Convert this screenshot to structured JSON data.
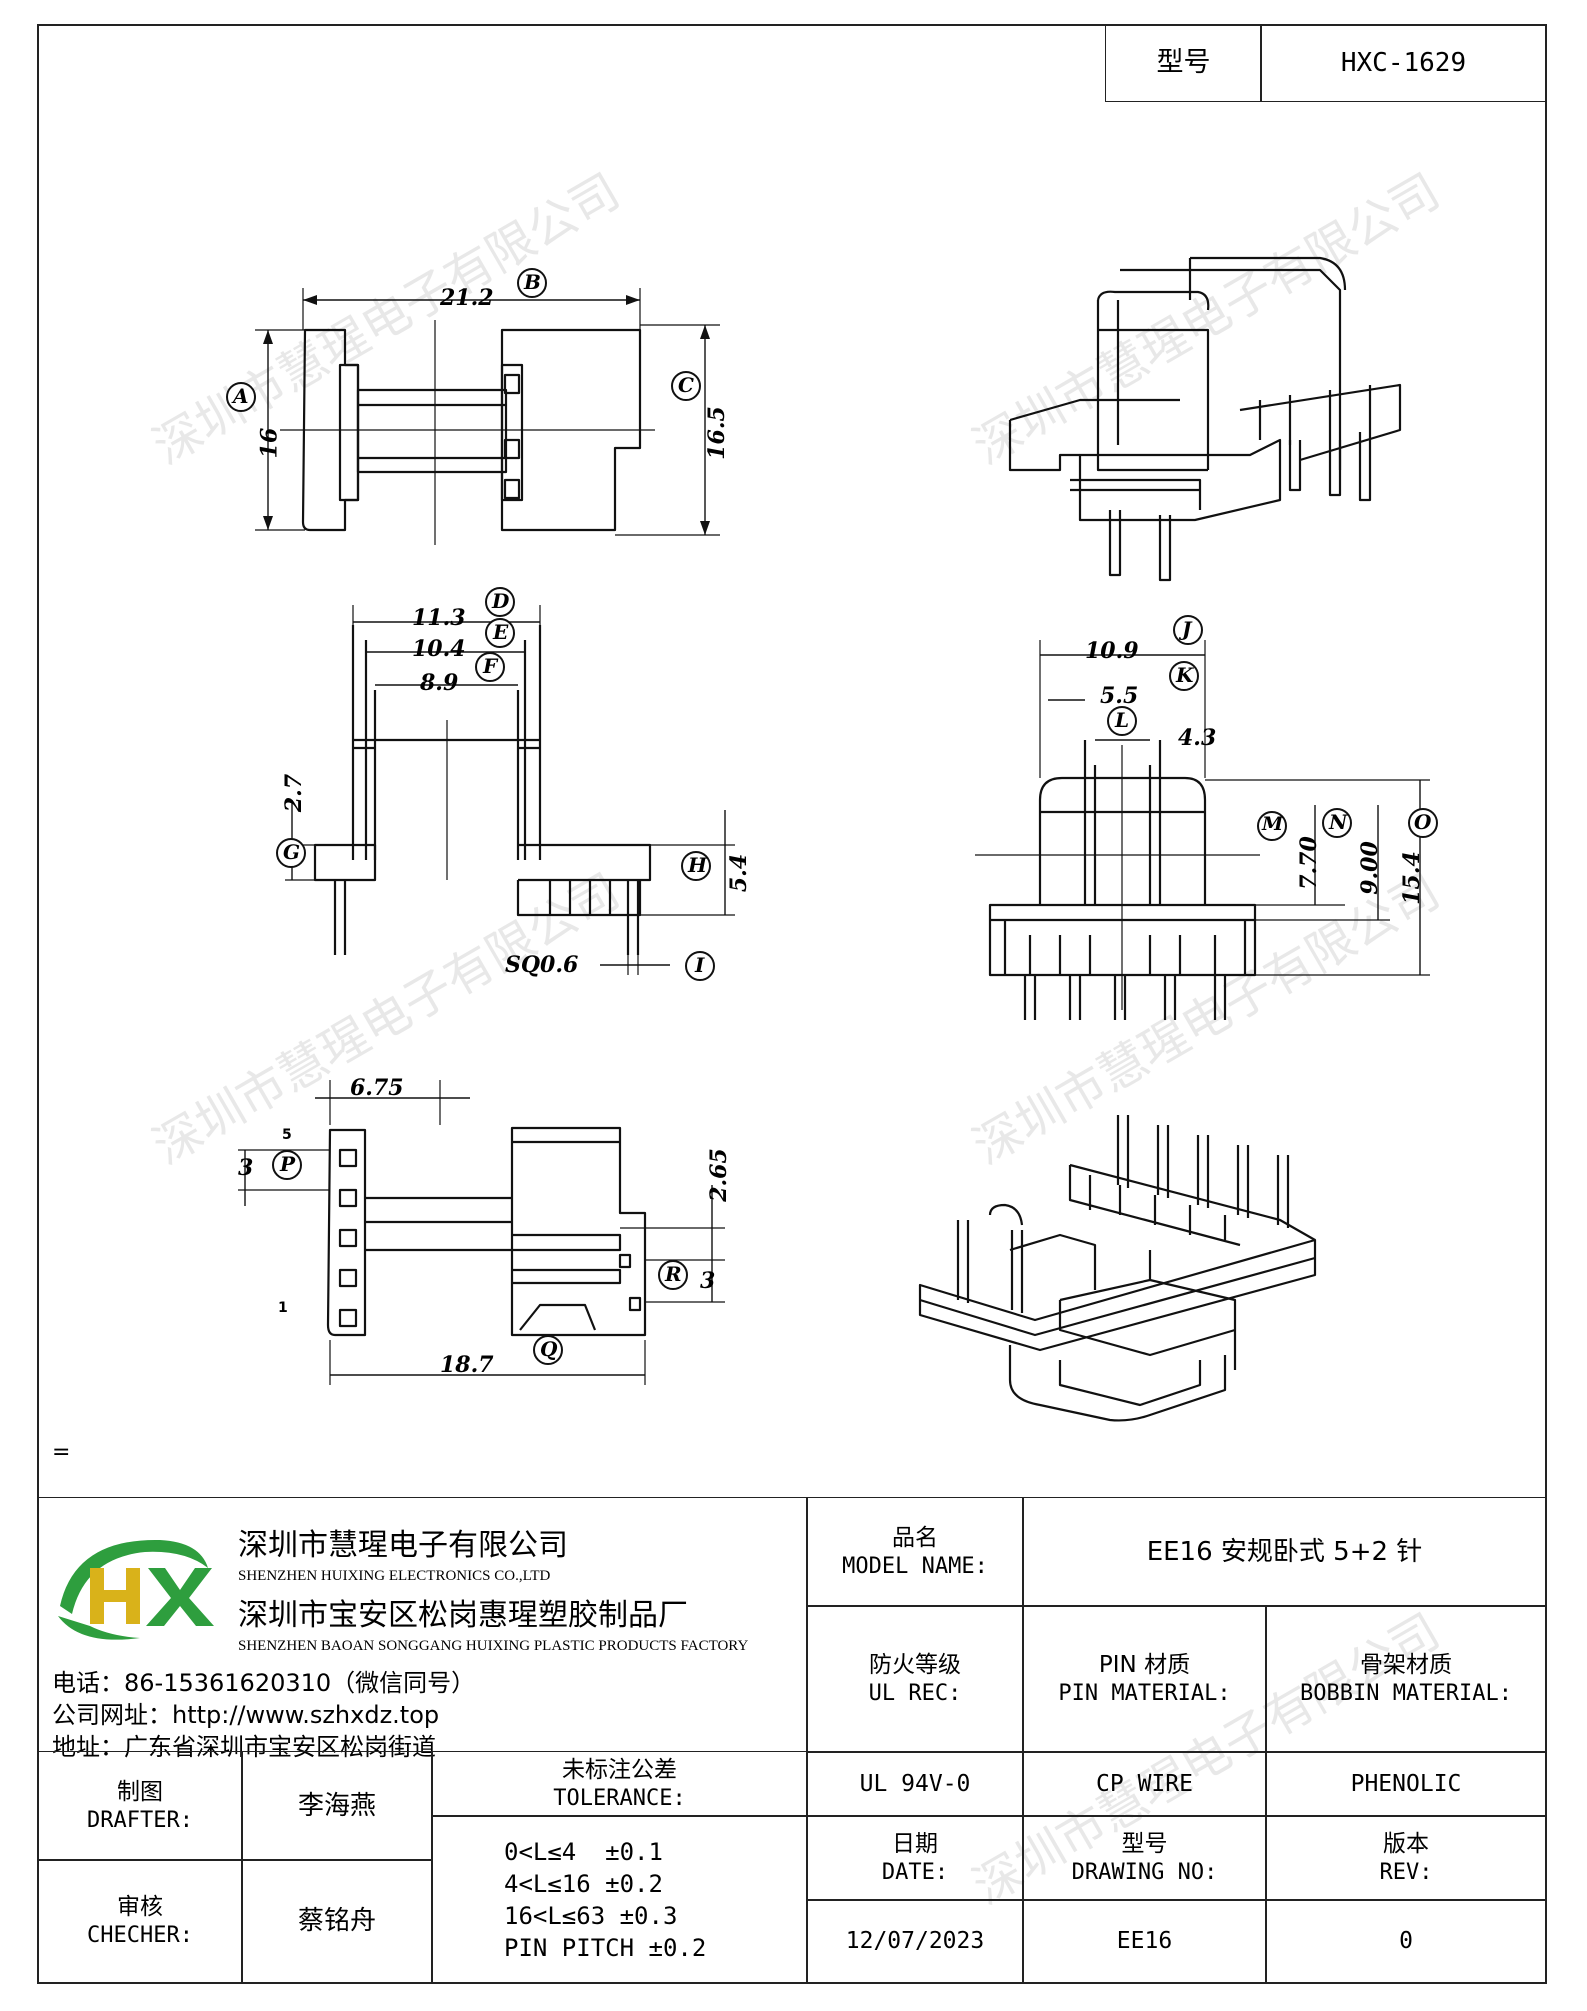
{
  "header": {
    "model_label": "型号",
    "model_value": "HXC-1629"
  },
  "watermark_text": "深圳市慧瑆电子有限公司",
  "drawing": {
    "dimensions": {
      "A": "16",
      "B": "21.2",
      "C": "16.5",
      "D": "11.3",
      "E": "10.4",
      "F": "8.9",
      "G": "2.7",
      "H": "5.4",
      "I": "SQ0.6",
      "J": "10.9",
      "K": "5.5",
      "L": "4.3",
      "M": "7.70",
      "N": "9.00",
      "O": "15.4",
      "P": "3",
      "Q": "18.7",
      "R": "3",
      "pitch_top": "6.75",
      "r_top": "2.65"
    },
    "letters": [
      "A",
      "B",
      "C",
      "D",
      "E",
      "F",
      "G",
      "H",
      "I",
      "J",
      "K",
      "L",
      "M",
      "N",
      "O",
      "P",
      "Q",
      "R"
    ],
    "pin_top": "5",
    "pin_bottom": "1",
    "stray_mark": "="
  },
  "company": {
    "name_cn": "深圳市慧瑆电子有限公司",
    "name_en": "SHENZHEN HUIXING ELECTRONICS CO.,LTD",
    "factory_cn": "深圳市宝安区松岗惠瑆塑胶制品厂",
    "factory_en": "SHENZHEN BAOAN SONGGANG HUIXING PLASTIC PRODUCTS FACTORY",
    "phone": "电话：86-15361620310（微信同号）",
    "website": "公司网址：http://www.szhxdz.top",
    "address": "地址：广东省深圳市宝安区松岗街道",
    "logo_letters": "HX",
    "colors": {
      "green": "#2e9e3e",
      "gold": "#d9b21a"
    }
  },
  "titleblock": {
    "model_name_cn": "品名",
    "model_name_en": "MODEL NAME:",
    "model_name_value": "EE16 安规卧式 5+2 针",
    "fire_cn": "防火等级",
    "fire_en": "UL REC:",
    "pin_cn": "PIN 材质",
    "pin_en": "PIN MATERIAL:",
    "bobbin_cn": "骨架材质",
    "bobbin_en": "BOBBIN MATERIAL:",
    "fire_value": "UL 94V-0",
    "pin_value": "CP WIRE",
    "bobbin_value": "PHENOLIC",
    "drafter_cn": "制图",
    "drafter_en": "DRAFTER:",
    "drafter_value": "李海燕",
    "checker_cn": "审核",
    "checker_en": "CHECHER:",
    "checker_value": "蔡铭舟",
    "tol_cn": "未标注公差",
    "tol_en": "TOLERANCE:",
    "tol_lines": [
      "0<L≤4  ±0.1",
      "4<L≤16 ±0.2",
      "16<L≤63 ±0.3",
      "PIN PITCH ±0.2"
    ],
    "date_cn": "日期",
    "date_en": "DATE:",
    "date_value": "12/07/2023",
    "drawing_cn": "型号",
    "drawing_en": "DRAWING NO:",
    "drawing_value": "EE16",
    "rev_cn": "版本",
    "rev_en": "REV:",
    "rev_value": "0"
  }
}
